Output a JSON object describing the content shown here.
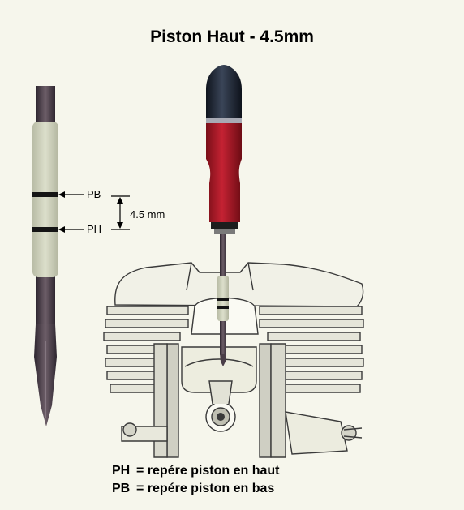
{
  "title": "Piston Haut - 4.5mm",
  "markers": {
    "pb": "PB",
    "ph": "PH",
    "gap": "4.5 mm"
  },
  "legend": [
    {
      "abbr": "PH",
      "text": "= repére piston en haut"
    },
    {
      "abbr": "PB",
      "text": "= repére piston en bas"
    }
  ],
  "colors": {
    "background": "#f6f6ec",
    "handle_red": "#b01826",
    "cap_dark": "#1c2533",
    "sleeve": "#cfd2bd",
    "shaft": "#4a3e48"
  }
}
